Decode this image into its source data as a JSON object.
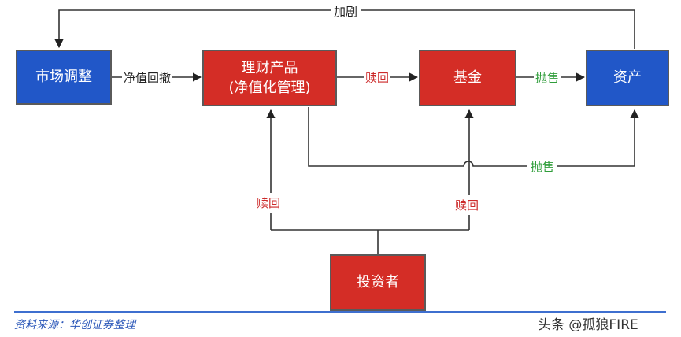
{
  "nodes": {
    "market": "市场调整",
    "wealth_line1": "理财产品",
    "wealth_line2": "(净值化管理)",
    "fund": "基金",
    "asset": "资产",
    "investor": "投资者"
  },
  "edges": {
    "top_loop": "加剧",
    "nav_drawdown": "净值回撤",
    "redeem_wealth_fund": "赎回",
    "sell_fund_asset": "抛售",
    "sell_wealth_asset": "抛售",
    "investor_redeem_wealth": "赎回",
    "investor_redeem_fund": "赎回"
  },
  "footer": {
    "source": "资料来源：华创证券整理",
    "watermark": "头条 @孤狼FIRE"
  },
  "colors": {
    "blue": "#2157c8",
    "red": "#d42d26",
    "label_red": "#cc2a2a",
    "label_green": "#2f9d3a"
  }
}
